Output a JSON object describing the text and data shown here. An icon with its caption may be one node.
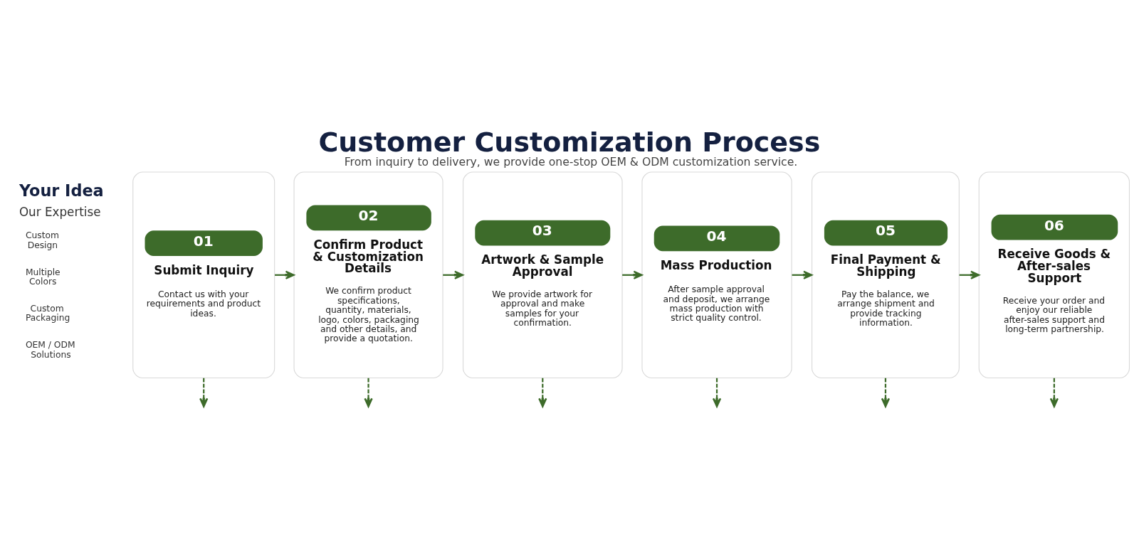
{
  "diagram": {
    "title": "Customer Customization Process",
    "caption": "From inquiry to delivery, we provide one-stop OEM & ODM customization service.",
    "nodes": [
      {
        "text": [
          "01",
          "Submit Inquiry",
          "Contact us with your requirements and product ideas."
        ]
      },
      {
        "text": [
          "02",
          "Confirm Product & Customization Details",
          "We confirm product specifications, quantity, materials, logo, colors, packaging and other details, and provide a quotation."
        ]
      },
      {
        "text": [
          "03",
          "Artwork & Sample Approval",
          "We provide artwork for approval and make samples for your confirmation."
        ]
      },
      {
        "text": [
          "04",
          "Mass Production",
          "After sample approval and deposit, we arrange mass production with strict quality control."
        ]
      },
      {
        "text": [
          "05",
          "Final Payment & Shipping",
          "Pay the balance, we arrange shipment and provide tracking information."
        ]
      },
      {
        "text": [
          "06",
          "Receive Goods & After-sales Support",
          "Receive your order and enjoy our reliable after-sales support and long-term partnership."
        ]
      }
    ],
    "edges": [
      {
        "from": 0,
        "to": 1,
        "arrow": "to"
      },
      {
        "from": 1,
        "to": 2,
        "arrow": "to"
      },
      {
        "from": 2,
        "to": 3,
        "arrow": "to"
      },
      {
        "from": 3,
        "to": 4,
        "arrow": "to"
      },
      {
        "from": 4,
        "to": 5,
        "arrow": "to"
      },
      {
        "from": 0,
        "to": null,
        "arrow": "to",
        "style": "dashed"
      },
      {
        "from": 1,
        "to": null,
        "arrow": "to",
        "style": "dashed"
      },
      {
        "from": 2,
        "to": null,
        "arrow": "to",
        "style": "dashed"
      },
      {
        "from": 3,
        "to": null,
        "arrow": "to",
        "style": "dashed"
      },
      {
        "from": 4,
        "to": null,
        "arrow": "to",
        "style": "dashed"
      },
      {
        "from": 5,
        "to": null,
        "arrow": "to",
        "style": "dashed"
      }
    ],
    "labels": [
      "Your Idea",
      "Our Expertise",
      "Custom Design",
      "Multiple Colors",
      "Custom Packaging",
      "OEM / ODM Solutions"
    ]
  }
}
